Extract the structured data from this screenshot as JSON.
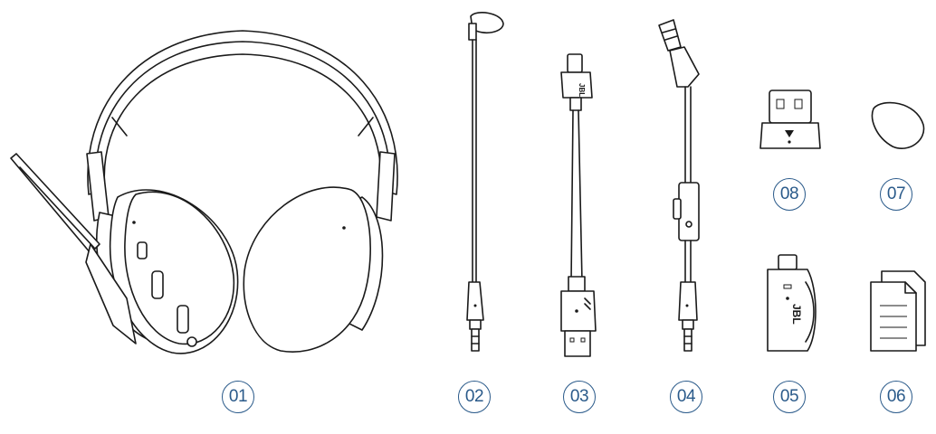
{
  "items": [
    {
      "id": "headset",
      "label": "01"
    },
    {
      "id": "boom-mic",
      "label": "02"
    },
    {
      "id": "usb-cable",
      "label": "03"
    },
    {
      "id": "audio-cable",
      "label": "04"
    },
    {
      "id": "usb-adapter",
      "label": "05"
    },
    {
      "id": "documents",
      "label": "06"
    },
    {
      "id": "mic-foam",
      "label": "07"
    },
    {
      "id": "wireless-dongle",
      "label": "08"
    }
  ],
  "brand": "JBL",
  "colors": {
    "badge": "#2a5a8a",
    "line": "#1a1a1a"
  }
}
